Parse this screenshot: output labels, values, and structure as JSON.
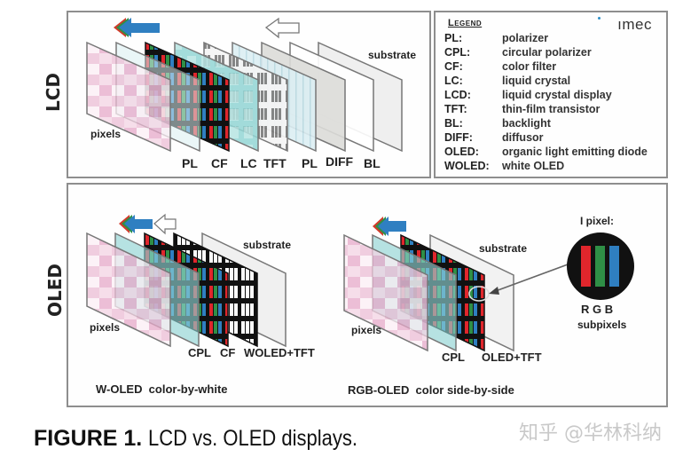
{
  "figure": {
    "caption_bold": "FIGURE 1.",
    "caption_text": "LCD vs. OLED displays.",
    "watermark": "知乎 @华林科纳"
  },
  "lcd_panel": {
    "side_label": "LCD",
    "arrow_icons": [
      "rgb-light-arrow-icon",
      "white-light-arrow-icon"
    ],
    "layers": [
      {
        "id": "pixels",
        "label": "pixels",
        "fill": "#e9b8d2"
      },
      {
        "id": "pl-front",
        "label": "PL",
        "fill": "#d7eef0"
      },
      {
        "id": "cf",
        "label": "CF",
        "fill": "#111111"
      },
      {
        "id": "lc",
        "label": "LC",
        "fill": "#8fd3d3"
      },
      {
        "id": "tft",
        "label": "TFT",
        "fill": "#f2f2f2"
      },
      {
        "id": "pl-back",
        "label": "PL",
        "fill": "#dcebf1"
      },
      {
        "id": "diff",
        "label": "DIFF",
        "fill": "#d9d9d6"
      },
      {
        "id": "bl",
        "label": "BL",
        "fill": "#ffffff"
      },
      {
        "id": "substrate",
        "label": "substrate",
        "fill": "#eeeeee"
      }
    ],
    "labels": {
      "pixels": "pixels",
      "pl1": "PL",
      "cf": "CF",
      "lc": "LC",
      "tft": "TFT",
      "pl2": "PL",
      "diff": "DIFF",
      "bl": "BL",
      "substrate": "substrate"
    }
  },
  "legend": {
    "title": "Legend",
    "brand": "ımec",
    "items": [
      {
        "abbr": "PL:",
        "definition": "polarizer"
      },
      {
        "abbr": "CPL:",
        "definition": "circular polarizer"
      },
      {
        "abbr": "CF:",
        "definition": "color filter"
      },
      {
        "abbr": "LC:",
        "definition": "liquid crystal"
      },
      {
        "abbr": "LCD:",
        "definition": "liquid crystal display"
      },
      {
        "abbr": "TFT:",
        "definition": "thin-film transistor"
      },
      {
        "abbr": "BL:",
        "definition": "backlight"
      },
      {
        "abbr": "DIFF:",
        "definition": "diffusor"
      },
      {
        "abbr": "OLED:",
        "definition": "organic light emitting diode"
      },
      {
        "abbr": "WOLED:",
        "definition": "white OLED"
      }
    ]
  },
  "oled_panel": {
    "side_label": "OLED",
    "woled": {
      "title": "W-OLED  color-by-white",
      "labels": {
        "pixels": "pixels",
        "cpl": "CPL",
        "cf": "CF",
        "woled_tft": "WOLED+TFT",
        "substrate": "substrate"
      }
    },
    "rgb_oled": {
      "title": "RGB-OLED  color side-by-side",
      "labels": {
        "pixels": "pixels",
        "cpl": "CPL",
        "oled_tft": "OLED+TFT",
        "substrate": "substrate"
      },
      "pixel_callout": {
        "title": "I pixel:",
        "subpixel_letters": "R G B",
        "subpixel_caption": "subpixels",
        "colors": {
          "red": "#e0262c",
          "green": "#2f8f46",
          "blue": "#2f7fc1"
        }
      }
    }
  },
  "colors": {
    "frame": "#8e8e8e",
    "pixel_pink": "#e9b8d2",
    "cyan_layer": "#8fd3d3",
    "arrow_blue": "#2f7fc1"
  }
}
